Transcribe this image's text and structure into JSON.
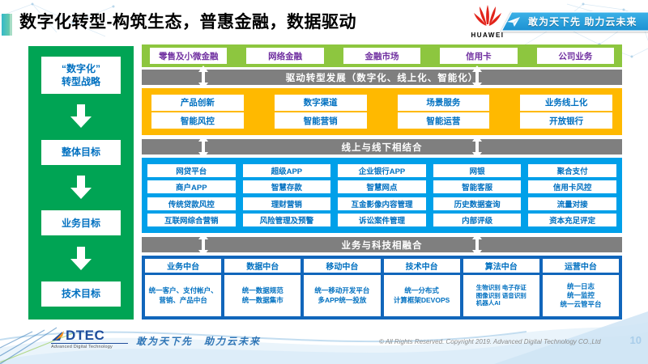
{
  "title": "数字化转型-构筑生态，普惠金融，数据驱动",
  "header": {
    "huawei_word": "HUAWEI",
    "banner_text": "敢为天下先 助力云未来"
  },
  "sidebar": {
    "items": [
      "“数字化”\n转型战略",
      "整体目标",
      "业务目标",
      "技术目标"
    ]
  },
  "flow": {
    "customers": [
      "零售及小微金融",
      "网络金融",
      "金融市场",
      "信用卡",
      "公司业务"
    ],
    "connector1": "驱动转型发展（数字化、线上化、智能化）",
    "capabilities": [
      [
        "产品创新",
        "数字渠道",
        "场景服务",
        "业务线上化"
      ],
      [
        "智能风控",
        "智能营销",
        "智能运营",
        "开放银行"
      ]
    ],
    "connector2": "线上与线下相结合",
    "apps": [
      [
        "网贷平台",
        "超级APP",
        "企业银行APP",
        "网银",
        "聚合支付"
      ],
      [
        "商户APP",
        "智慧存款",
        "智慧网点",
        "智能客服",
        "信用卡风控"
      ],
      [
        "传统贷款风控",
        "理财营销",
        "互金影像内容管理",
        "历史数据查询",
        "流量对接"
      ],
      [
        "互联网综合营销",
        "风险管理及预警",
        "诉讼案件管理",
        "内部评级",
        "资本充足评定"
      ]
    ],
    "connector3": "业务与科技相融合",
    "platforms": [
      {
        "title": "业务中台",
        "desc": "统一客户、支付帐户、营销、产品中台"
      },
      {
        "title": "数据中台",
        "desc": "统一数据规范\n统一数据集市"
      },
      {
        "title": "移动中台",
        "desc": "统一移动开发平台\n多APP统一投放"
      },
      {
        "title": "技术中台",
        "desc": "统一分布式\n计算框架DEVOPS"
      },
      {
        "title": "算法中台",
        "desc": "生物识别 电子存证\n图像识别 语音识别\n机器人AI"
      },
      {
        "title": "运营中台",
        "desc": "统一日志\n统一监控\n统一云管平台"
      }
    ]
  },
  "footer": {
    "logo_word": "DTEC",
    "logo_sub": "Advanced Digital Technology",
    "tagline": "敢为天下先　助力云未来",
    "copyright": "© All Rights Reserved. Copyright 2019. Advanced Digital Technology CO.,Ltd",
    "page": "10"
  },
  "colors": {
    "sidebar_green": "#00a454",
    "band_green": "#8dc63f",
    "customer_text_purple": "#7030a0",
    "connector_gray": "#7f7f7f",
    "band_yellow": "#ffb900",
    "band_cyan": "#00a0e9",
    "band_dark_blue": "#1166bb",
    "blue_text": "#0070c0",
    "huawei_red": "#e2231a",
    "banner_blue": "#1a8fd1"
  }
}
